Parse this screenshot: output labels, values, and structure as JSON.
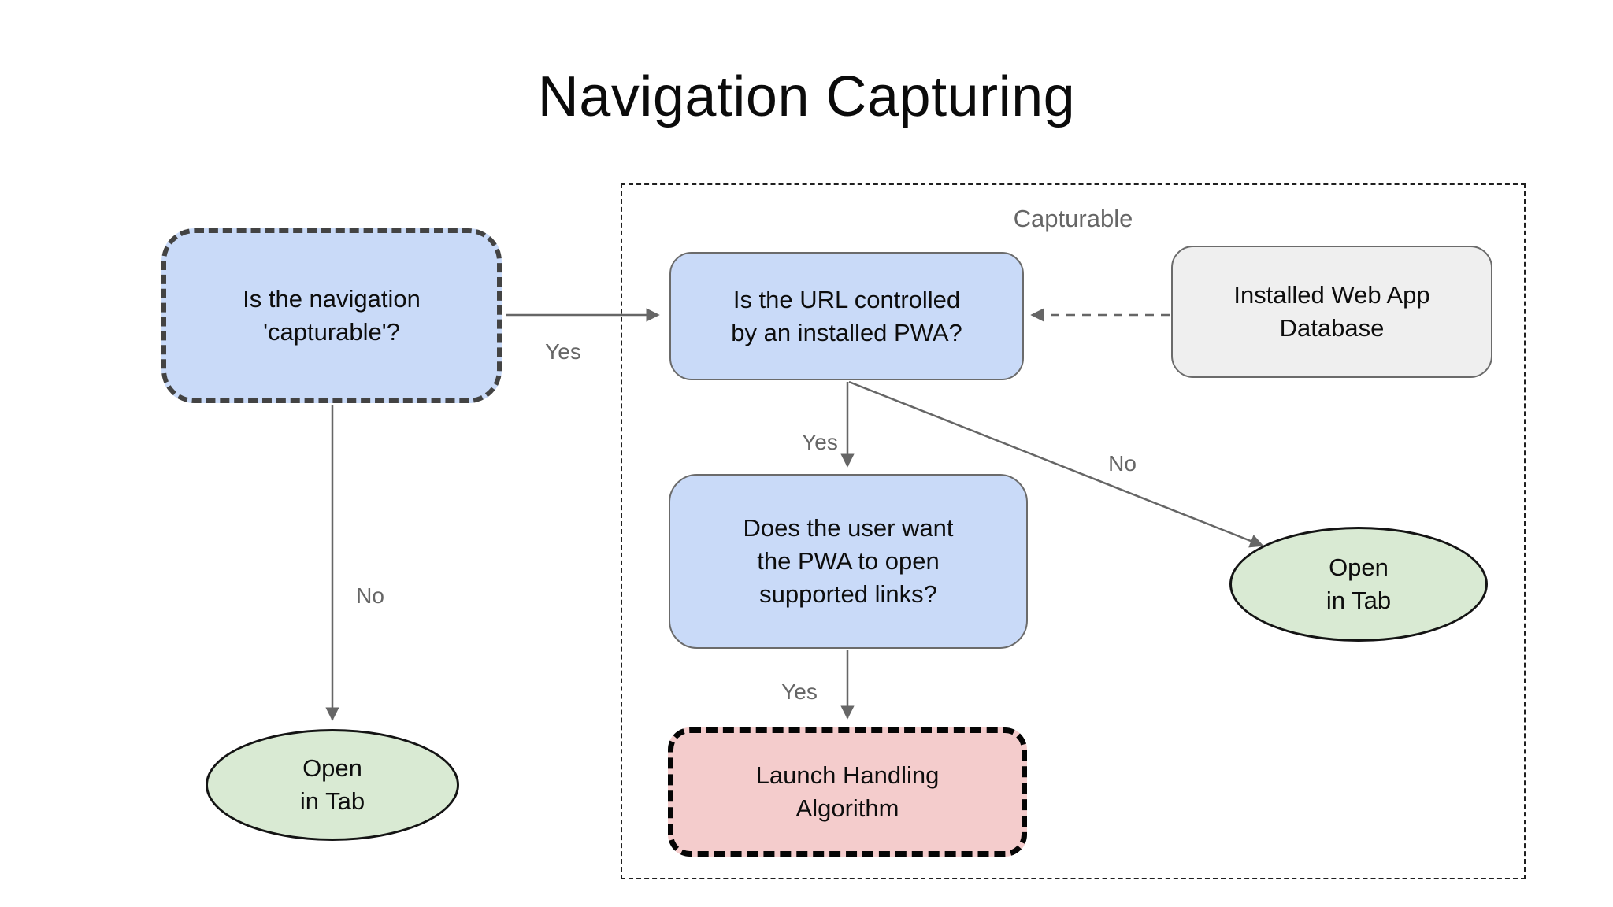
{
  "title": "Navigation Capturing",
  "container": {
    "label": "Capturable"
  },
  "nodes": {
    "is_capturable": {
      "text": "Is the navigation\n'capturable'?"
    },
    "url_controlled": {
      "text": "Is the URL controlled\nby an installed PWA?"
    },
    "webapp_db": {
      "text": "Installed Web App\nDatabase"
    },
    "user_wants": {
      "text": "Does the user want\nthe PWA to open\nsupported links?"
    },
    "launch_handling": {
      "text": "Launch Handling\nAlgorithm"
    },
    "open_in_tab_left": {
      "text": "Open\nin Tab"
    },
    "open_in_tab_right": {
      "text": "Open\nin Tab"
    }
  },
  "edge_labels": {
    "capturable_yes": "Yes",
    "capturable_no": "No",
    "url_yes": "Yes",
    "url_no": "No",
    "user_yes": "Yes"
  },
  "colors": {
    "node_blue": "#c9daf8",
    "node_green": "#d9ead3",
    "node_pink": "#f4cccc",
    "node_gray": "#efefef",
    "arrow": "#666666",
    "label": "#666666"
  }
}
